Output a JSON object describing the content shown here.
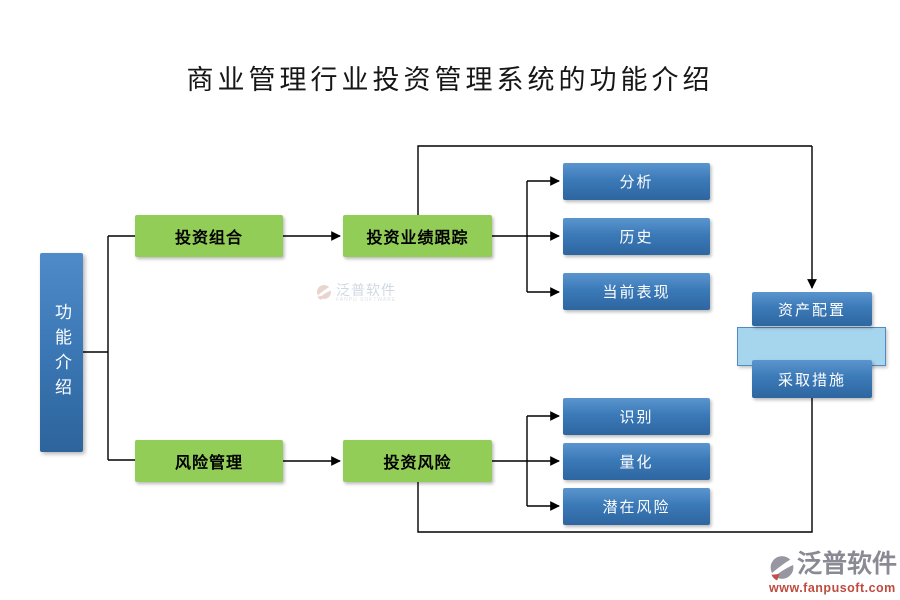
{
  "title": "商业管理行业投资管理系统的功能介绍",
  "nodes": {
    "root": "功能介绍",
    "portfolio": "投资组合",
    "performance_tracking": "投资业绩跟踪",
    "analysis": "分析",
    "history": "历史",
    "current_performance": "当前表现",
    "risk_management": "风险管理",
    "investment_risk": "投资风险",
    "identify": "识别",
    "quantify": "量化",
    "potential_risk": "潜在风险",
    "asset_allocation": "资产配置",
    "take_action": "采取措施"
  },
  "watermark": {
    "text": "泛普软件",
    "subtext": "FANPU SOFTWARE"
  },
  "footer": {
    "brand": "泛普软件",
    "url": "www.fanpusoft.com"
  },
  "colors": {
    "node_green": "#92CE57",
    "node_blue_top": "#5B95CE",
    "node_blue_bottom": "#2E66A0",
    "highlight_bar": "#A6D5EE",
    "connector": "#000000",
    "footer_red": "#BF4B3F",
    "footer_gray": "#8A8A94"
  }
}
